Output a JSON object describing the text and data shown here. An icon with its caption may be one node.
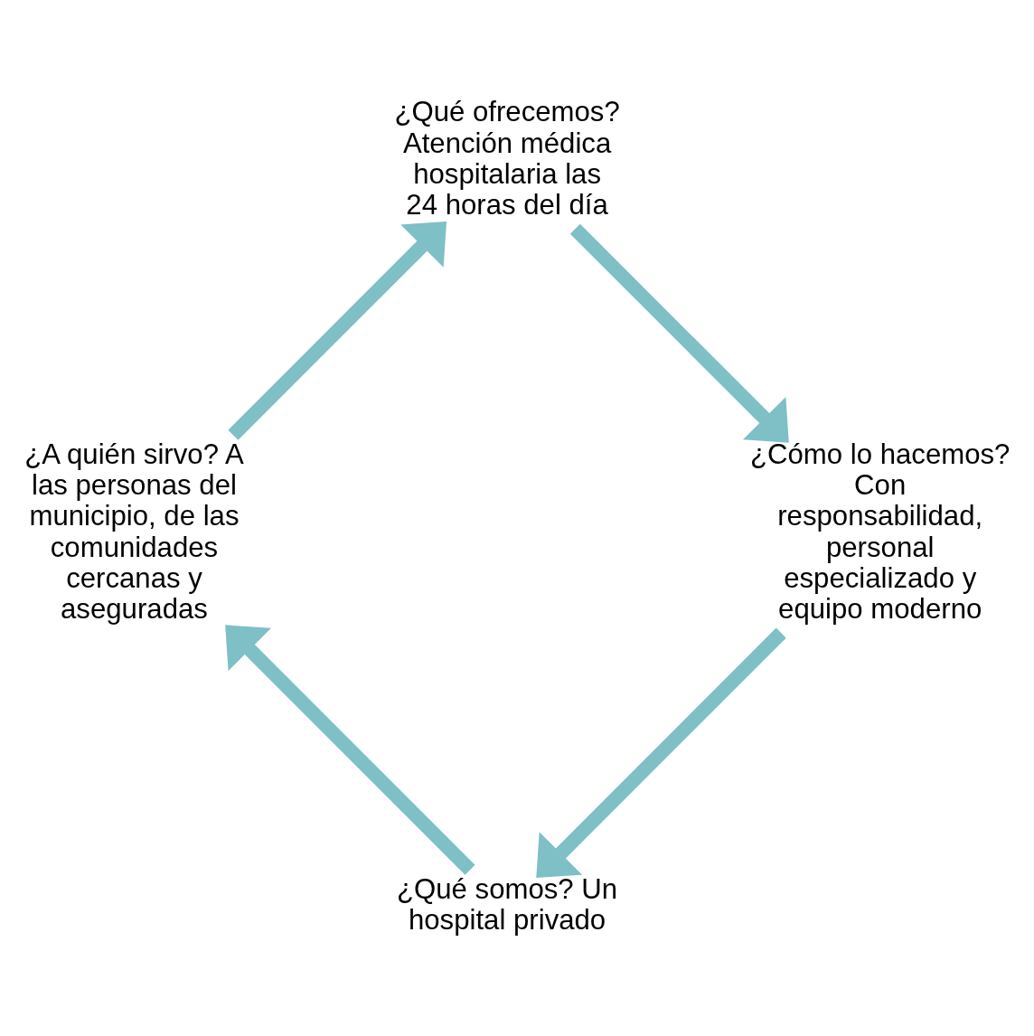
{
  "diagram": {
    "nodes": [
      {
        "text": [
          "¿Qué somos? Un hospital privado"
        ]
      },
      {
        "text": [
          "¿A quién sirvo? A las personas del municipio, de las comunidades cercanas y aseguradas"
        ]
      },
      {
        "text": [
          "¿Qué ofrecemos? Atención médica hospitalaria las 24 horas del día"
        ]
      },
      {
        "text": [
          "¿Cómo lo hacemos? Con responsabilidad, personal especializado y equipo moderno"
        ]
      }
    ],
    "edges": [
      {
        "from": 0,
        "to": 1,
        "arrow": "to"
      },
      {
        "from": 1,
        "to": 2,
        "arrow": "to"
      },
      {
        "from": 2,
        "to": 3,
        "arrow": "to"
      },
      {
        "from": 3,
        "to": 0,
        "arrow": "to"
      }
    ]
  }
}
